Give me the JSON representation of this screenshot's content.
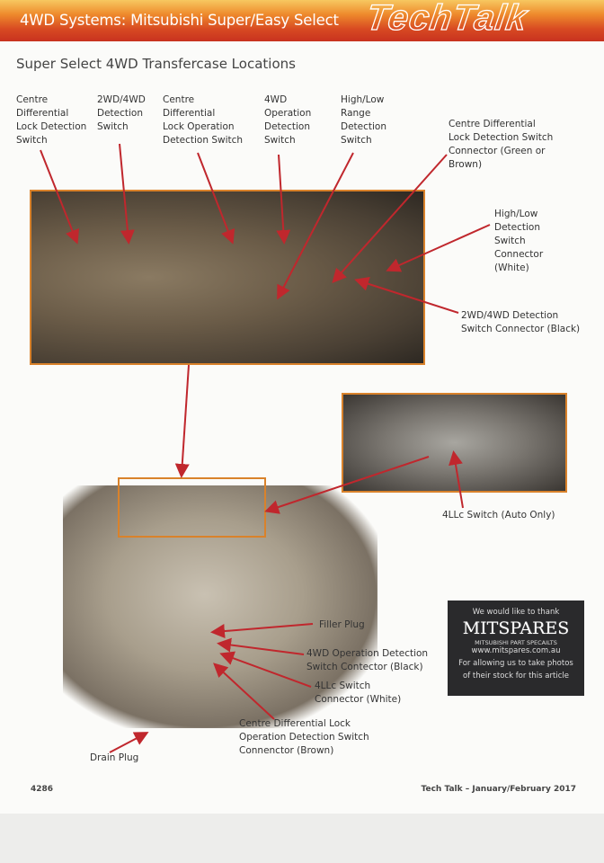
{
  "header": {
    "title": "4WD Systems: Mitsubishi Super/Easy Select",
    "logo": "TechTalk"
  },
  "subtitle": "Super Select 4WD Transfercase Locations",
  "labels": {
    "cdl_detection_switch": [
      "Centre",
      "Differential",
      "Lock Detection",
      "Switch"
    ],
    "twd_4wd_detection_switch": [
      "2WD/4WD",
      "Detection",
      "Switch"
    ],
    "cdl_operation_detection_switch": [
      "Centre",
      "Differential",
      "Lock Operation",
      "Detection Switch"
    ],
    "fwd_operation_detection_switch": [
      "4WD",
      "Operation",
      "Detection",
      "Switch"
    ],
    "high_low_range_switch": [
      "High/Low",
      "Range",
      "Detection",
      "Switch"
    ],
    "cdl_detection_connector": [
      "Centre Differential",
      "Lock Detection Switch",
      "Connector (Green or",
      "Brown)"
    ],
    "high_low_connector": [
      "High/Low",
      "Detection",
      "Switch",
      "Connector",
      "(White)"
    ],
    "twd_4wd_connector": [
      "2WD/4WD Detection",
      "Switch Connector (Black)"
    ],
    "fourllc_switch": "4LLc Switch (Auto Only)",
    "filler_plug": "Filler Plug",
    "fwd_operation_connector": [
      "4WD Operation Detection",
      "Switch Contector (Black)"
    ],
    "fourllc_connector": [
      "4LLc Switch",
      "Connector (White)"
    ],
    "cdl_operation_connector": [
      "Centre Differential Lock",
      "Operation Detection Switch",
      "Connenctor (Brown)"
    ],
    "drain_plug": "Drain Plug"
  },
  "thanks": {
    "line1": "We would like to thank",
    "brand": "MITSPARES",
    "tagline": "MITSUBISHI PART SPECAILTS",
    "url": "www.mitspares.com.au",
    "line2": "For allowing us to take photos",
    "line3": "of their stock for this article"
  },
  "footer": {
    "page": "4286",
    "issue": "Tech Talk – January/February 2017"
  },
  "colors": {
    "arrow": "#c0272d",
    "frame": "#d9822b"
  }
}
